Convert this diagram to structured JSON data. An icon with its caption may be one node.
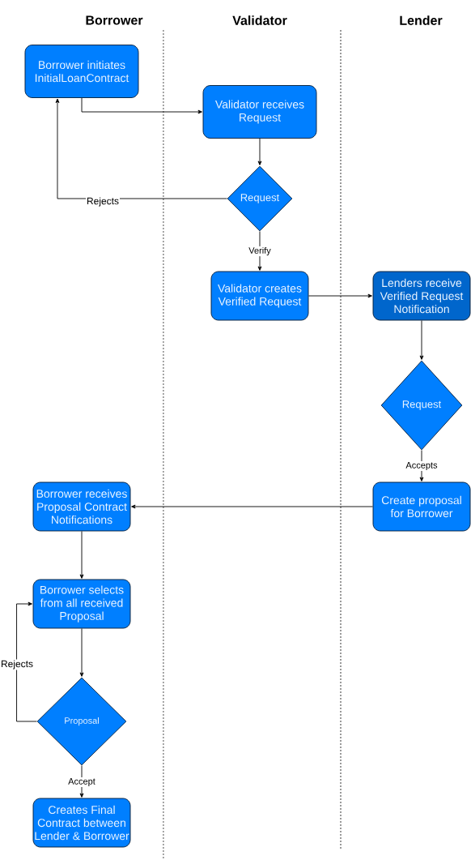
{
  "diagram": {
    "nodes": [
      {
        "text": [
          "Borrower initiates InitialLoanContract"
        ]
      },
      {
        "text": [
          "Validator receives Request"
        ]
      },
      {
        "text": [
          "Request"
        ]
      },
      {
        "text": [
          "Validator creates Verified Request"
        ]
      },
      {
        "text": [
          "Lenders receive Verified Request Notification"
        ]
      },
      {
        "text": [
          "Request"
        ]
      },
      {
        "text": [
          "Create proposal for Borrower"
        ]
      },
      {
        "text": [
          "Borrower receives Proposal Contract Notifications"
        ]
      },
      {
        "text": [
          "Borrower selects from all received Proposal"
        ]
      },
      {
        "text": [
          "Proposal"
        ]
      },
      {
        "text": [
          "Creates Final Contract between Lender & Borrower"
        ]
      }
    ],
    "edges": [
      {
        "from": 0,
        "to": 1,
        "arrow": "to"
      },
      {
        "from": 1,
        "to": 2,
        "arrow": "to"
      },
      {
        "from": 2,
        "to": 0,
        "arrow": "to",
        "label": "Rejects"
      },
      {
        "from": 2,
        "to": 3,
        "arrow": "to",
        "label": "Verify"
      },
      {
        "from": 3,
        "to": 4,
        "arrow": "to"
      },
      {
        "from": 4,
        "to": 5,
        "arrow": "to"
      },
      {
        "from": 5,
        "to": 6,
        "arrow": "to",
        "label": "Accepts"
      },
      {
        "from": 6,
        "to": 7,
        "arrow": "to"
      },
      {
        "from": 7,
        "to": 8,
        "arrow": "to"
      },
      {
        "from": 8,
        "to": 9,
        "arrow": "to"
      },
      {
        "from": 9,
        "to": 8,
        "arrow": "to",
        "label": "Rejects"
      },
      {
        "from": 9,
        "to": 10,
        "arrow": "to",
        "label": "Accept"
      }
    ],
    "labels": [
      "Borrower",
      "Validator",
      "Lender"
    ]
  }
}
